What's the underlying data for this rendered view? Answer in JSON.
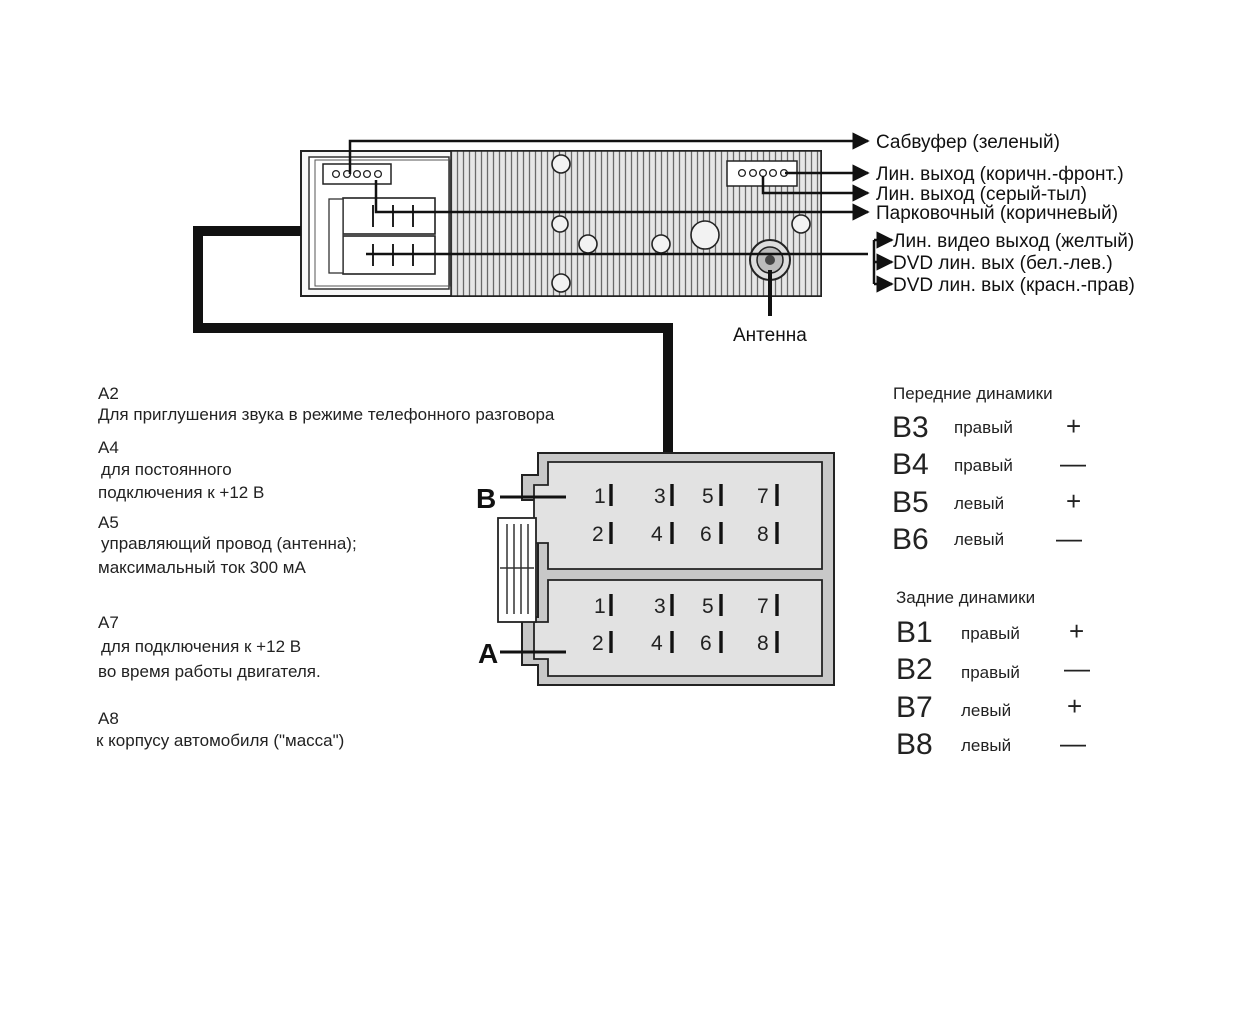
{
  "unit_outputs": [
    {
      "id": "subwoofer",
      "label": "Сабвуфер (зеленый)"
    },
    {
      "id": "line-front",
      "label": "Лин. выход (коричн.-фронт.)"
    },
    {
      "id": "line-rear",
      "label": "Лин. выход (серый-тыл)"
    },
    {
      "id": "parking",
      "label": "Парковочный (коричневый)"
    },
    {
      "id": "video-out",
      "label": "Лин. видео выход (желтый)"
    },
    {
      "id": "dvd-left",
      "label": "DVD лин. вых (бел.-лев.)"
    },
    {
      "id": "dvd-right",
      "label": "DVD лин. вых (красн.-прав)"
    }
  ],
  "antenna_label": "Антенна",
  "connector": {
    "label_b": "B",
    "label_a": "A",
    "pins_top_row": [
      "1",
      "3",
      "5",
      "7"
    ],
    "pins_bottom_row": [
      "2",
      "4",
      "6",
      "8"
    ]
  },
  "a_pins": [
    {
      "code": "A2",
      "lines": [
        "Для приглушения звука в режиме телефонного разговора"
      ]
    },
    {
      "code": "A4",
      "lines": [
        "для постоянного",
        "подключения к +12 В"
      ]
    },
    {
      "code": "A5",
      "lines": [
        "управляющий провод (антенна);",
        "максимальный ток 300 мА"
      ]
    },
    {
      "code": "A7",
      "lines": [
        "для подключения к +12 В",
        "во время работы двигателя."
      ]
    },
    {
      "code": "A8",
      "lines": [
        "к корпусу автомобиля (\"масса\")"
      ]
    }
  ],
  "front_speakers": {
    "title": "Передние динамики",
    "rows": [
      {
        "code": "B3",
        "side": "правый",
        "polarity": "+"
      },
      {
        "code": "B4",
        "side": "правый",
        "polarity": "—"
      },
      {
        "code": "B5",
        "side": "левый",
        "polarity": "+"
      },
      {
        "code": "B6",
        "side": "левый",
        "polarity": "—"
      }
    ]
  },
  "rear_speakers": {
    "title": "Задние динамики",
    "rows": [
      {
        "code": "B1",
        "side": "правый",
        "polarity": "+"
      },
      {
        "code": "B2",
        "side": "правый",
        "polarity": "—"
      },
      {
        "code": "B7",
        "side": "левый",
        "polarity": "+"
      },
      {
        "code": "B8",
        "side": "левый",
        "polarity": "—"
      }
    ]
  }
}
